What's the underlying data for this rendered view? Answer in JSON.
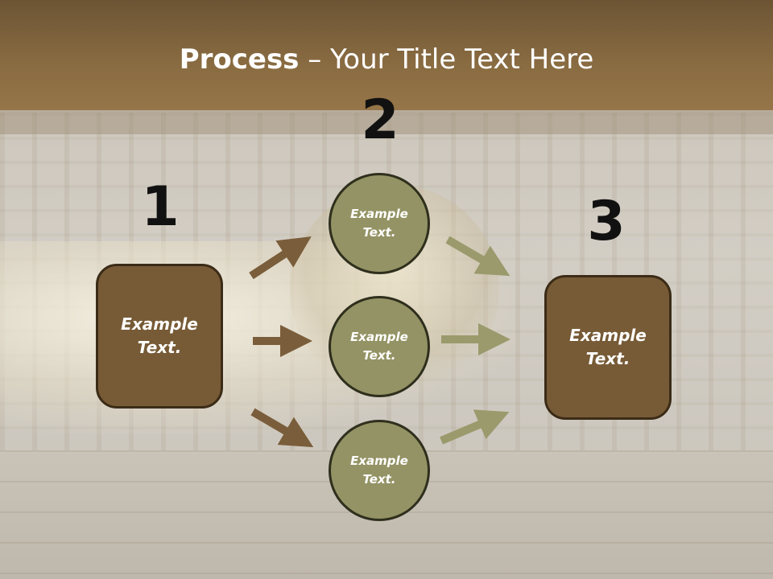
{
  "title": {
    "bold": "Process",
    "rest": " – Your Title Text Here"
  },
  "steps": {
    "one": "1",
    "two": "2",
    "three": "3"
  },
  "left_box": {
    "label": "Example Text."
  },
  "right_box": {
    "label": "Example Text."
  },
  "circles": [
    {
      "label": "Example Text."
    },
    {
      "label": "Example Text."
    },
    {
      "label": "Example Text."
    }
  ],
  "colors": {
    "header": "#8a6c42",
    "box": "#775b36",
    "circle": "#949365",
    "arrow_brown": "#7a5d3a",
    "arrow_olive": "#9a9a6c"
  }
}
